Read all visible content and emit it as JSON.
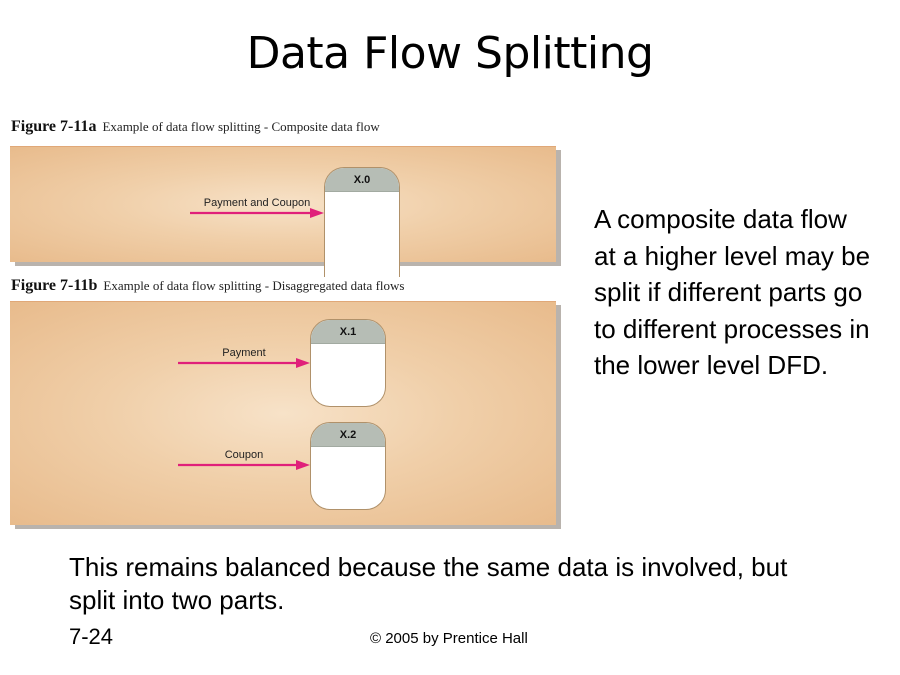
{
  "slide": {
    "title": "Data Flow Splitting",
    "number": "7-24",
    "copyright": "© 2005 by Prentice Hall"
  },
  "figure_a": {
    "number": "Figure 7-11a",
    "caption": "Example of data flow splitting - Composite data flow",
    "process": {
      "id": "X.0"
    },
    "flow": {
      "label": "Payment and Coupon",
      "icon": "arrow-right-icon"
    }
  },
  "figure_b": {
    "number": "Figure 7-11b",
    "caption": "Example of data flow splitting - Disaggregated data flows",
    "processes": [
      {
        "id": "X.1",
        "flow_label": "Payment"
      },
      {
        "id": "X.2",
        "flow_label": "Coupon"
      }
    ]
  },
  "side_text": "A composite data flow at a higher level may be split if different parts go to different processes in the lower level DFD.",
  "bottom_text": "This remains balanced because the same data is involved, but split into two parts.",
  "colors": {
    "panel_bg": "#f0cfa9",
    "process_header": "#b6bdb5",
    "arrow": "#e0207a",
    "panel_shadow": "#b9b3ad"
  }
}
